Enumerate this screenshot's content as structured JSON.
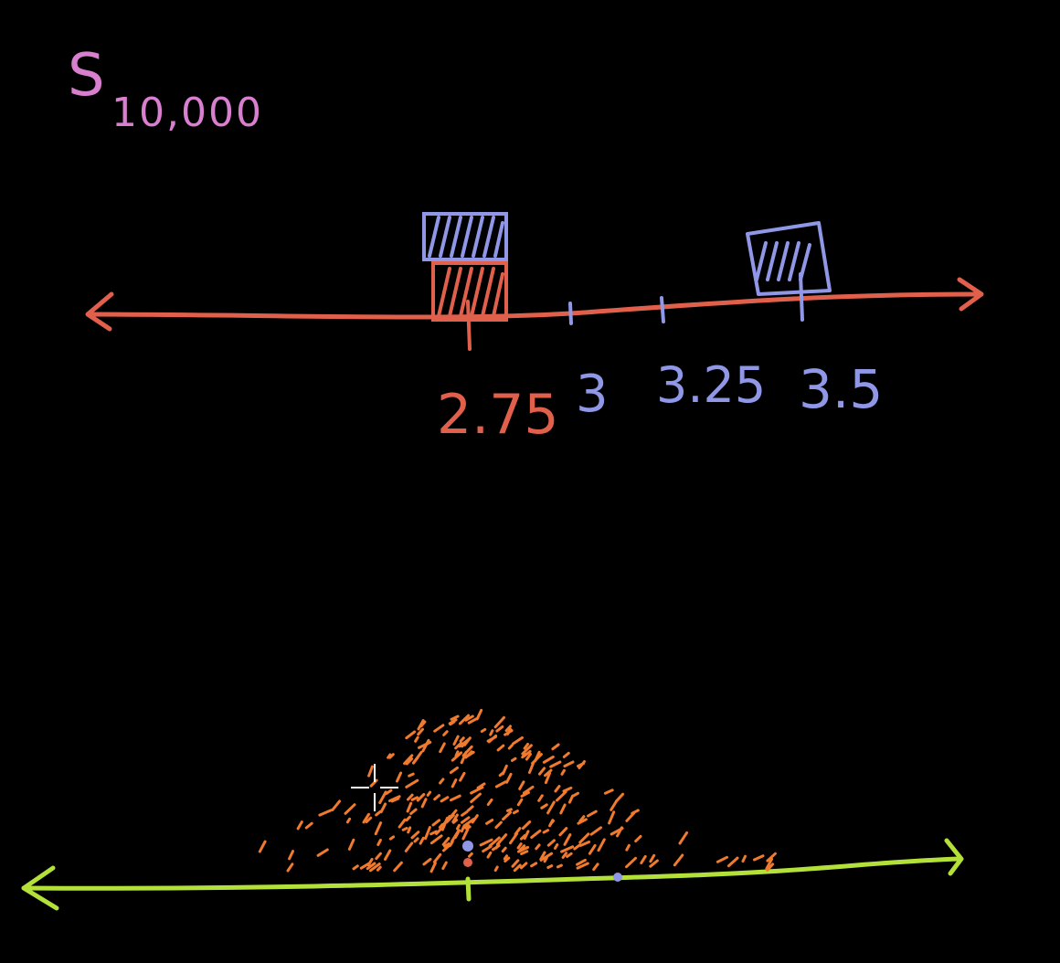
{
  "title": {
    "symbol": "S",
    "subscript": "10,000"
  },
  "top_number_line": {
    "tick_labels": [
      {
        "text": "2.75",
        "color": "#e0604c"
      },
      {
        "text": "3",
        "color": "#8f97e6"
      },
      {
        "text": "3.25",
        "color": "#8f97e6"
      },
      {
        "text": "3.5",
        "color": "#8f97e6"
      }
    ],
    "line_color": "#e0604c",
    "block_colors": [
      "#8f97e6",
      "#e0604c"
    ]
  },
  "bottom_number_line": {
    "line_color": "#b4e03a",
    "scatter_color": "#f07a2e",
    "marker_colors": [
      "#8f97e6",
      "#e0604c"
    ]
  },
  "colors": {
    "background": "#000000",
    "title": "#d97fcf",
    "blue": "#8f97e6",
    "red": "#e0604c",
    "green": "#b4e03a",
    "orange": "#f07a2e"
  }
}
